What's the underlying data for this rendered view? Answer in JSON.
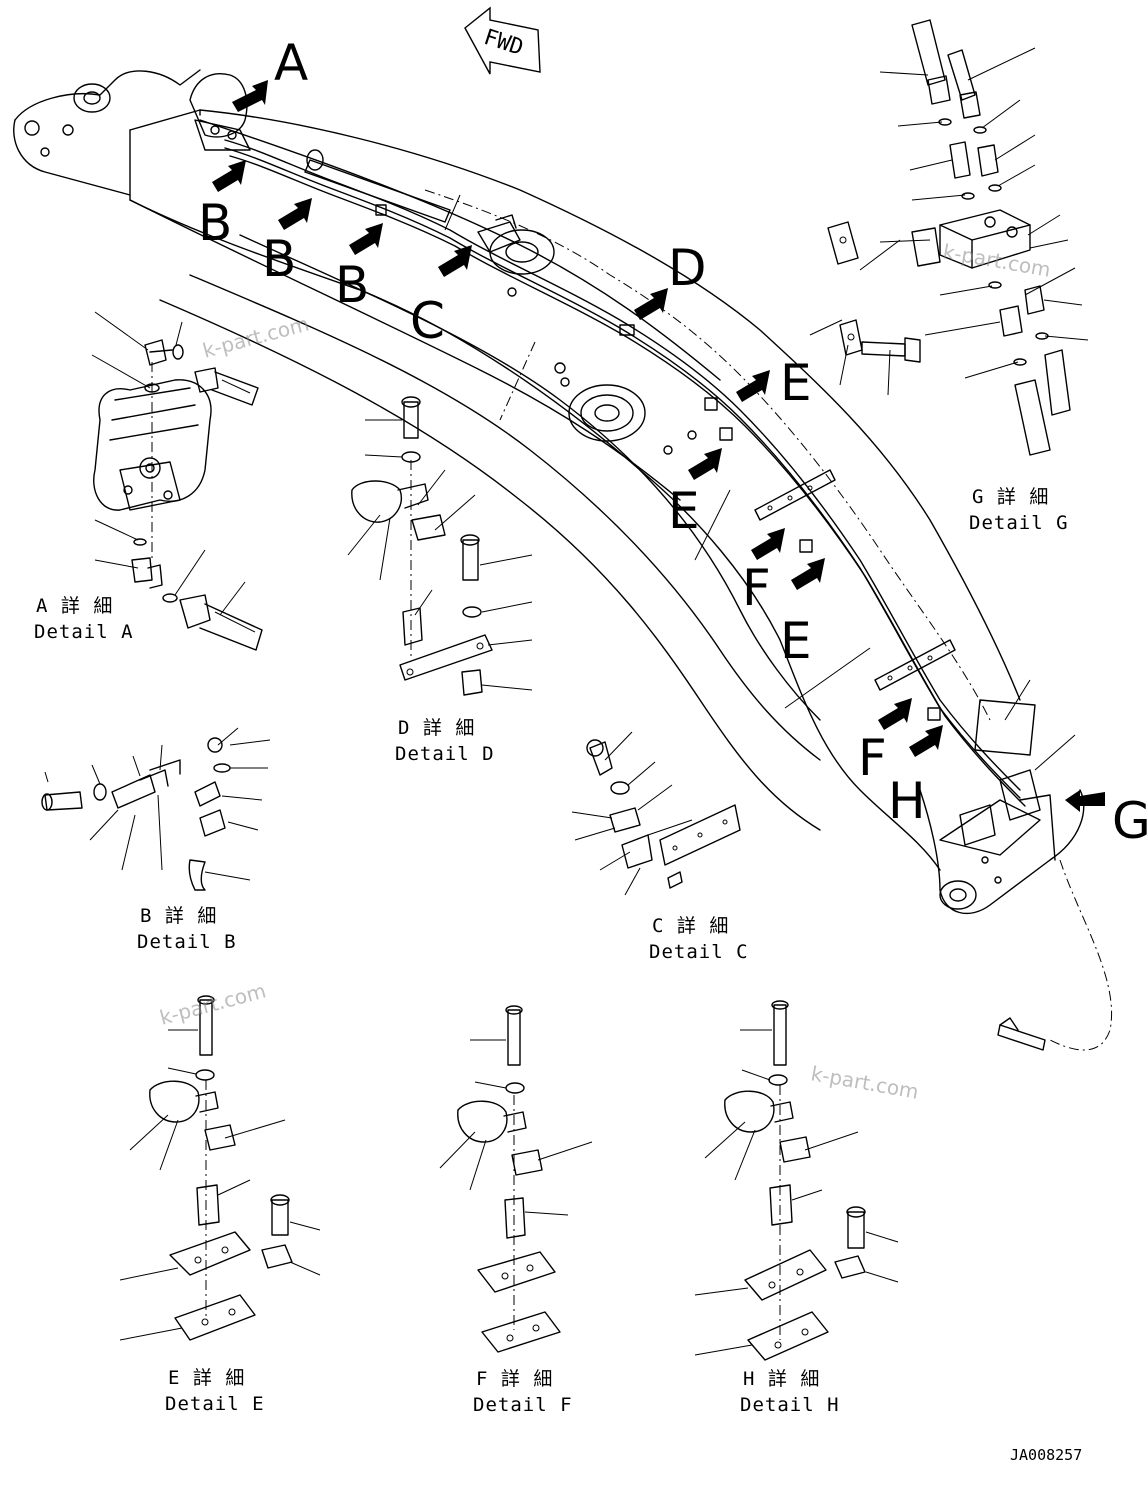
{
  "diagram": {
    "forward_label": "FWD",
    "drawing_number": "JA008257",
    "watermark": "k-part.com",
    "callouts": [
      {
        "id": "a",
        "letter": "A"
      },
      {
        "id": "b1",
        "letter": "B"
      },
      {
        "id": "b2",
        "letter": "B"
      },
      {
        "id": "b3",
        "letter": "B"
      },
      {
        "id": "c",
        "letter": "C"
      },
      {
        "id": "d",
        "letter": "D"
      },
      {
        "id": "e1",
        "letter": "E"
      },
      {
        "id": "e2",
        "letter": "E"
      },
      {
        "id": "e3",
        "letter": "E"
      },
      {
        "id": "f1",
        "letter": "F"
      },
      {
        "id": "f2",
        "letter": "F"
      },
      {
        "id": "g",
        "letter": "G"
      },
      {
        "id": "h",
        "letter": "H"
      }
    ],
    "details": [
      {
        "id": "a",
        "jp": "A 詳 細",
        "en": "Detail A"
      },
      {
        "id": "b",
        "jp": "B 詳 細",
        "en": "Detail B"
      },
      {
        "id": "c",
        "jp": "C 詳 細",
        "en": "Detail C"
      },
      {
        "id": "d",
        "jp": "D 詳 細",
        "en": "Detail D"
      },
      {
        "id": "e",
        "jp": "E 詳 細",
        "en": "Detail E"
      },
      {
        "id": "f",
        "jp": "F 詳 細",
        "en": "Detail F"
      },
      {
        "id": "g",
        "jp": "G 詳 細",
        "en": "Detail G"
      },
      {
        "id": "h",
        "jp": "H 詳 細",
        "en": "Detail H"
      }
    ]
  }
}
